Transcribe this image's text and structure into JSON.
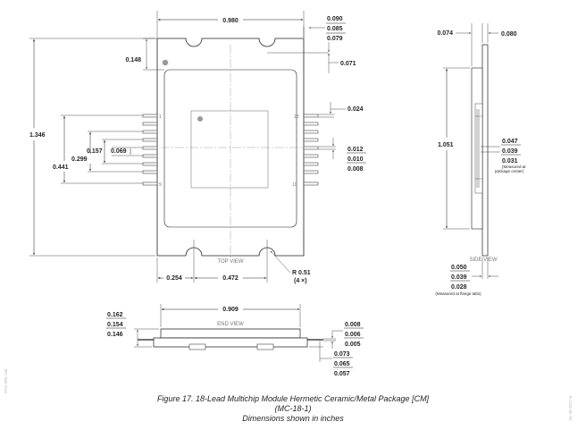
{
  "top_view": {
    "label": "TOP VIEW",
    "pin_1": "1",
    "pin_9": "9",
    "pin_10": "10",
    "pin_18": "18",
    "dims": {
      "width": "0.980",
      "height": "1.346",
      "tab_top": "0.148",
      "tab_w_max": "0.090",
      "tab_w_nom": "0.085",
      "tab_w_min": "0.079",
      "tab_slot": "0.071",
      "lead_thick": "0.024",
      "span_outer": "0.441",
      "span_mid": "0.299",
      "span_inner": "0.157",
      "pitch": "0.069",
      "lead_w_max": "0.012",
      "lead_w_nom": "0.010",
      "lead_w_min": "0.008",
      "edge_to_slot": "0.254",
      "slot_to_slot": "0.472",
      "radius": "R 0.51",
      "radius_count": "(4 ×)"
    }
  },
  "side_view": {
    "label": "SIDE VIEW",
    "dims": {
      "width_a": "0.074",
      "width_b": "0.080",
      "height": "1.051",
      "lead_max": "0.047",
      "lead_nom": "0.039",
      "lead_min": "0.031",
      "lead_note_1": "(Measured at",
      "lead_note_2": "package center)",
      "flange_max": "0.050",
      "flange_nom": "0.039",
      "flange_min": "0.028",
      "flange_note": "(Measured at flange tabs)"
    }
  },
  "end_view": {
    "label": "END VIEW",
    "dims": {
      "width": "0.909",
      "h_max": "0.162",
      "h_nom": "0.154",
      "h_min": "0.146",
      "t_max": "0.008",
      "t_nom": "0.006",
      "t_min": "0.005",
      "s_max": "0.073",
      "s_nom": "0.065",
      "s_min": "0.057"
    }
  },
  "side_code": "01-30-2017-B",
  "left_code": "PKG-005-138",
  "caption": {
    "line1": "Figure 17. 18-Lead Multichip Module Hermetic Ceramic/Metal Package [CM]",
    "line2": "(MC-18-1)",
    "line3": "Dimensions shown in inches"
  }
}
